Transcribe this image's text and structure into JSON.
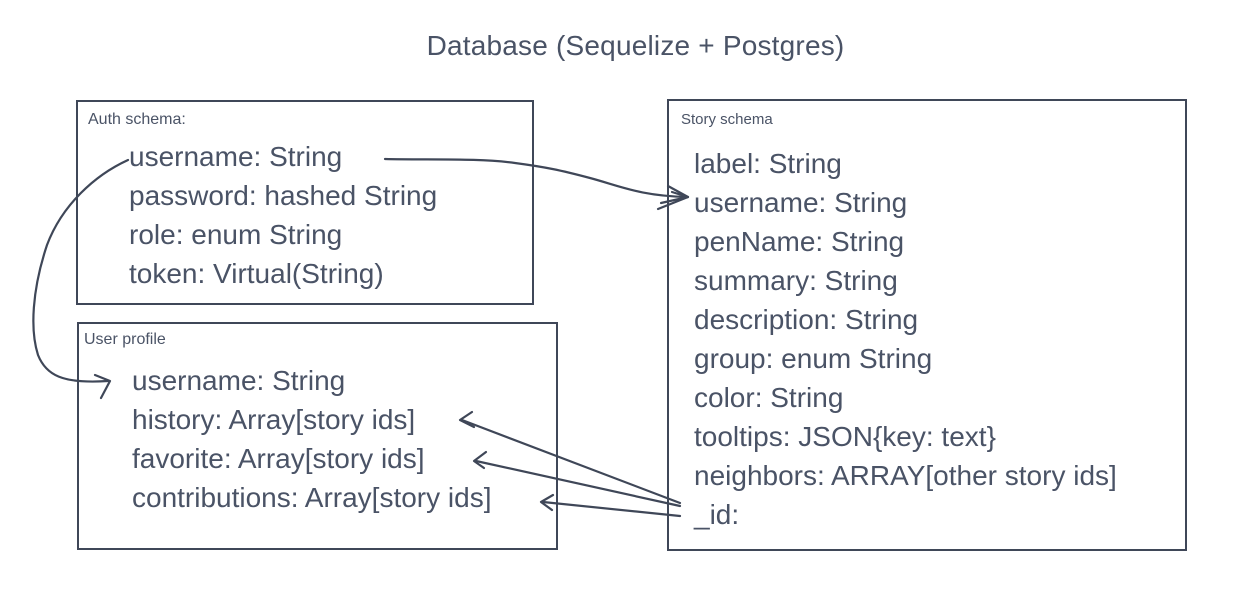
{
  "title": "Database (Sequelize + Postgres)",
  "auth_schema": {
    "label": "Auth schema:",
    "fields": [
      "username: String",
      "password: hashed String",
      "role: enum String",
      "token: Virtual(String)"
    ]
  },
  "user_profile": {
    "label": "User profile",
    "fields": [
      "username: String",
      "history: Array[story ids]",
      "favorite: Array[story ids]",
      "contributions: Array[story ids]"
    ]
  },
  "story_schema": {
    "label": "Story schema",
    "fields": [
      "label: String",
      "username: String",
      "penName: String",
      "summary: String",
      "description: String",
      "group: enum String",
      "color: String",
      "tooltips: JSON{key: text}",
      "neighbors: ARRAY[other story ids]",
      "_id:"
    ]
  },
  "colors": {
    "ink": "#4a5366",
    "stroke": "#3f4758",
    "background": "#ffffff"
  }
}
